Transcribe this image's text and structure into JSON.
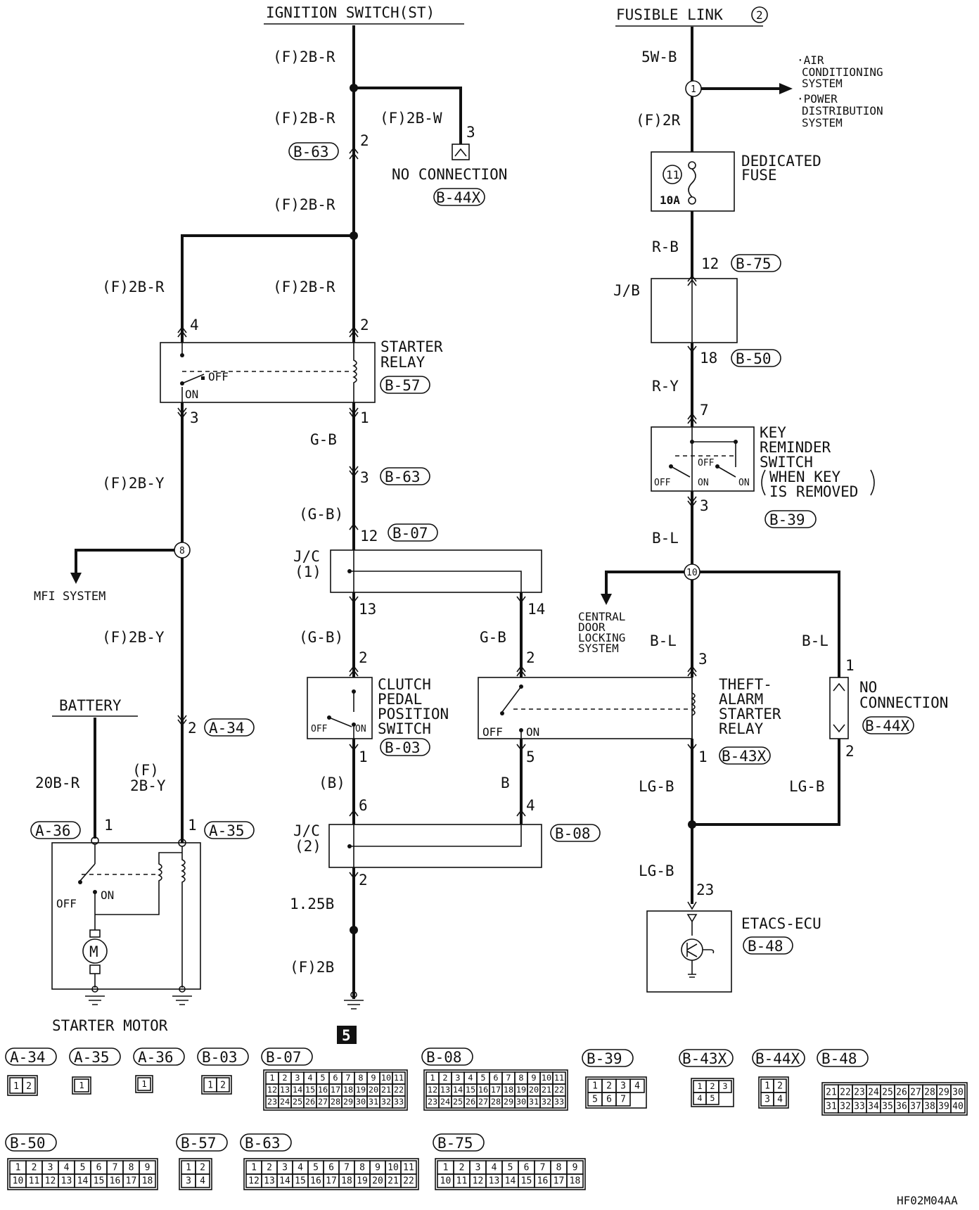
{
  "header": {
    "ignition_switch": "IGNITION SWITCH(ST)",
    "fusible_link": "FUSIBLE LINK",
    "fusible_link_number": "2"
  },
  "wires": {
    "f_2b_r": "(F)2B-R",
    "f_2b_w": "(F)2B-W",
    "f_2b_y": "(F)2B-Y",
    "g_b": "G-B",
    "g_b_paren": "(G-B)",
    "b_paren": "(B)",
    "b": "B",
    "w_1_25b": "1.25B",
    "f_2b": "(F)2B",
    "w_20b_r": "20B-R",
    "f_top": "(F)",
    "w_2b_y": "2B-Y",
    "w_5w_b": "5W-B",
    "f_2r": "(F)2R",
    "r_b": "R-B",
    "r_y": "R-Y",
    "b_l": "B-L",
    "lg_b": "LG-B"
  },
  "components": {
    "no_connection": "NO CONNECTION",
    "no_connection_line1": "NO",
    "no_connection_line2": "CONNECTION",
    "starter_relay": [
      "STARTER",
      "RELAY"
    ],
    "clutch_switch": [
      "CLUTCH",
      "PEDAL",
      "POSITION",
      "SWITCH"
    ],
    "theft_relay": [
      "THEFT-",
      "ALARM",
      "STARTER",
      "RELAY"
    ],
    "key_reminder": [
      "KEY",
      "REMINDER",
      "SWITCH",
      "WHEN KEY",
      "IS REMOVED"
    ],
    "dedicated_fuse": [
      "DEDICATED",
      "FUSE"
    ],
    "fuse_number": "11",
    "fuse_rating": "10A",
    "jb": "J/B",
    "jc1": [
      "J/C",
      "(1)"
    ],
    "jc2": [
      "J/C",
      "(2)"
    ],
    "battery": "BATTERY",
    "starter_motor": "STARTER MOTOR",
    "motor_symbol": "M",
    "etacs_ecu": "ETACS-ECU",
    "mfi_system": "MFI SYSTEM",
    "central_door": [
      "CENTRAL",
      "DOOR",
      "LOCKING",
      "SYSTEM"
    ],
    "ac_systems": [
      "·AIR",
      "CONDITIONING",
      "SYSTEM",
      "·POWER",
      "DISTRIBUTION",
      "SYSTEM"
    ],
    "off": "OFF",
    "on": "ON",
    "ground_ref": "5",
    "drawing_code": "HF02M04AA"
  },
  "connectors": {
    "a34": "A-34",
    "a35": "A-35",
    "a36": "A-36",
    "b03": "B-03",
    "b07": "B-07",
    "b08": "B-08",
    "b39": "B-39",
    "b43x": "B-43X",
    "b44x": "B-44X",
    "b48": "B-48",
    "b50": "B-50",
    "b57": "B-57",
    "b63": "B-63",
    "b75": "B-75"
  },
  "splices": {
    "s1": "1",
    "s8": "8",
    "s10": "10"
  },
  "pins": {
    "p1": "1",
    "p2": "2",
    "p3": "3",
    "p4": "4",
    "p5": "5",
    "p6": "6",
    "p7": "7",
    "p12": "12",
    "p13": "13",
    "p14": "14",
    "p18": "18",
    "p23": "23"
  },
  "connector_faces": {
    "a34": [
      "1",
      "2"
    ],
    "a35": [
      "1"
    ],
    "a36": [
      "1"
    ],
    "b03": [
      "1",
      "2"
    ],
    "b07": [
      "1",
      "2",
      "3",
      "4",
      "5",
      "6",
      "7",
      "8",
      "9",
      "10",
      "11",
      "12",
      "13",
      "14",
      "15",
      "16",
      "17",
      "18",
      "19",
      "20",
      "21",
      "22",
      "23",
      "24",
      "25",
      "26",
      "27",
      "28",
      "29",
      "30",
      "31",
      "32",
      "33"
    ],
    "b08": [
      "1",
      "2",
      "3",
      "4",
      "5",
      "6",
      "7",
      "8",
      "9",
      "10",
      "11",
      "12",
      "13",
      "14",
      "15",
      "16",
      "17",
      "18",
      "19",
      "20",
      "21",
      "22",
      "23",
      "24",
      "25",
      "26",
      "27",
      "28",
      "29",
      "30",
      "31",
      "32",
      "33"
    ],
    "b39": [
      "1",
      "2",
      "3",
      "4",
      "5",
      "6",
      "7"
    ],
    "b43x": [
      "1",
      "2",
      "3",
      "4",
      "5"
    ],
    "b44x": [
      "1",
      "2",
      "3",
      "4"
    ],
    "b48": [
      "21",
      "22",
      "23",
      "24",
      "25",
      "26",
      "27",
      "28",
      "29",
      "30",
      "31",
      "32",
      "33",
      "34",
      "35",
      "36",
      "37",
      "38",
      "39",
      "40"
    ],
    "b50": [
      "1",
      "2",
      "3",
      "4",
      "5",
      "6",
      "7",
      "8",
      "9",
      "10",
      "11",
      "12",
      "13",
      "14",
      "15",
      "16",
      "17",
      "18"
    ],
    "b57": [
      "1",
      "2",
      "3",
      "4"
    ],
    "b63": [
      "1",
      "2",
      "3",
      "4",
      "5",
      "6",
      "7",
      "8",
      "9",
      "10",
      "11",
      "12",
      "13",
      "14",
      "15",
      "16",
      "17",
      "18",
      "19",
      "20",
      "21",
      "22"
    ],
    "b75": [
      "1",
      "2",
      "3",
      "4",
      "5",
      "6",
      "7",
      "8",
      "9",
      "10",
      "11",
      "12",
      "13",
      "14",
      "15",
      "16",
      "17",
      "18"
    ]
  }
}
